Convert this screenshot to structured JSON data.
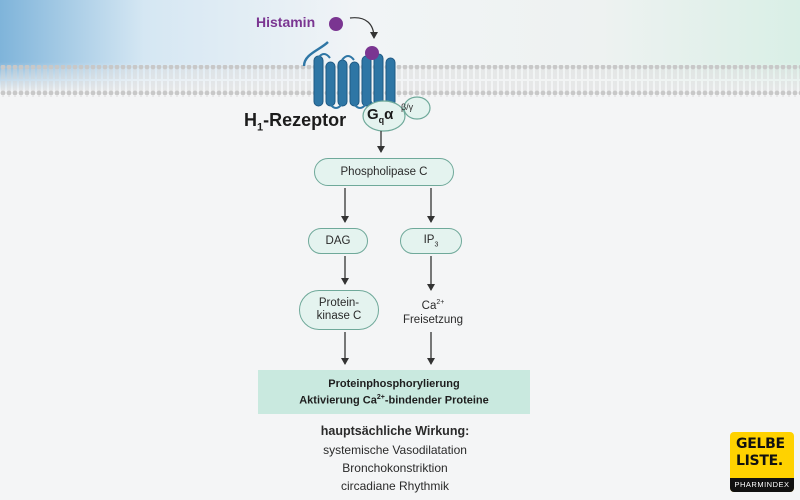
{
  "labels": {
    "histamin": "Histamin",
    "receptor_main": "H",
    "receptor_sub": "1",
    "receptor_rest": "-Rezeptor",
    "g_main": "G",
    "g_sub": "q",
    "g_alpha": "α",
    "beta_gamma": "β/γ"
  },
  "nodes": {
    "plc": "Phospholipase C",
    "dag": "DAG",
    "ip3_main": "IP",
    "ip3_sub": "3",
    "pkc_line1": "Protein-",
    "pkc_line2": "kinase C",
    "ca_main": "Ca",
    "ca_sup": "2+",
    "ca_line2": "Freisetzung"
  },
  "result": {
    "line1": "Proteinphosphorylierung",
    "line2_pre": "Aktivierung Ca",
    "line2_sup": "2+",
    "line2_post": "-bindender Proteine"
  },
  "effects": {
    "heading": "hauptsächliche Wirkung:",
    "items": [
      "systemische Vasodilatation",
      "Bronchokonstriktion",
      "circadiane Rhythmik"
    ]
  },
  "logo": {
    "line1": "GELBE",
    "line2": "LISTE.",
    "line3": "PHARMINDEX"
  },
  "colors": {
    "receptor": "#2e76a5",
    "histamine": "#7a3591",
    "box_fill": "#e4f3ef",
    "box_stroke": "#6fa99a",
    "result_fill": "#c9e9df",
    "logo": "#ffd200"
  }
}
